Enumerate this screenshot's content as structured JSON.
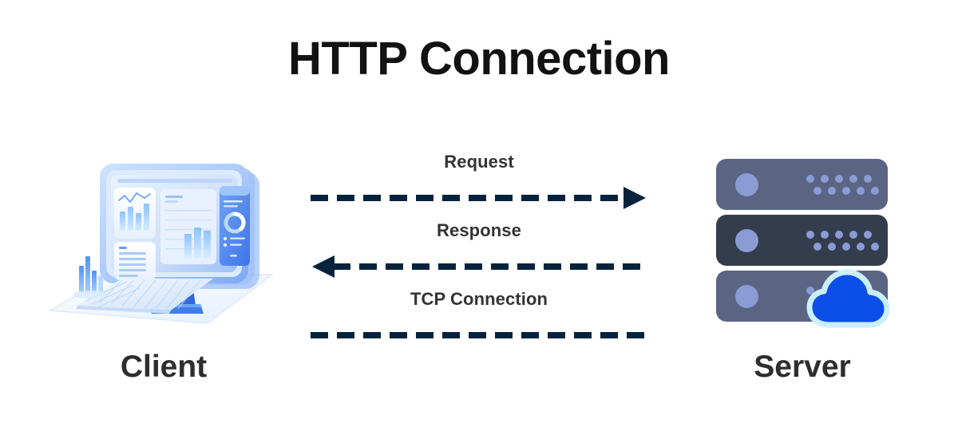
{
  "diagram": {
    "title": "HTTP Connection",
    "background_color": "#ffffff"
  },
  "client": {
    "label": "Client",
    "icon": "desktop-computer-dashboard-icon",
    "label_color": "#2e2e2e"
  },
  "server": {
    "label": "Server",
    "icon": "server-rack-cloud-icon",
    "label_color": "#2e2e2e",
    "rack_colors": [
      "#5a6583",
      "#343d4d",
      "#5a6583"
    ],
    "led_color": "#8b9bd4",
    "cloud_color": "#0b4ee8",
    "cloud_outline_color": "#cbeefc"
  },
  "flows": [
    {
      "label": "Request",
      "direction": "right",
      "style": "dashed",
      "color": "#05233c",
      "arrowhead": "right-triangle"
    },
    {
      "label": "Response",
      "direction": "left",
      "style": "dashed",
      "color": "#05233c",
      "arrowhead": "left-triangle"
    },
    {
      "label": "TCP Connection",
      "direction": "none",
      "style": "dashed",
      "color": "#05233c",
      "arrowhead": "none"
    }
  ]
}
